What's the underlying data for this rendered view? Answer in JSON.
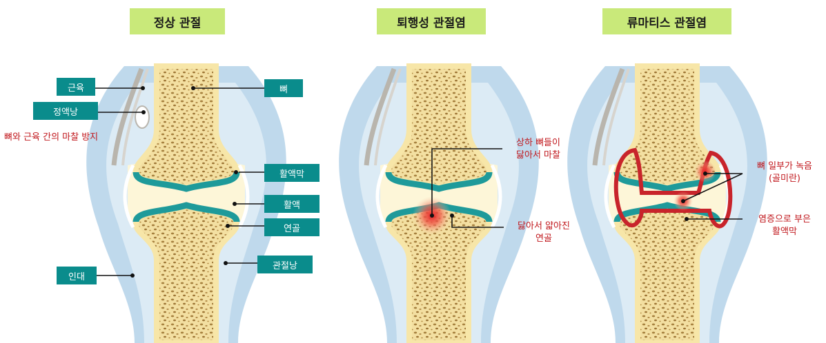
{
  "titles": {
    "normal": "정상 관절",
    "degenerative": "퇴행성 관절염",
    "rheumatoid": "류마티스 관절염"
  },
  "labels": {
    "muscle": "근육",
    "bursa": "정액낭",
    "bursa_note": "뼈와 근육 간의 마찰 방지",
    "ligament": "인대",
    "bone": "뼈",
    "synovium": "활액막",
    "synovial_fluid": "활액",
    "cartilage": "연골",
    "capsule": "관절낭"
  },
  "notes": {
    "degenerative_friction": [
      "상하 뼈들이",
      "닳아서 마찰"
    ],
    "degenerative_cartilage": [
      "닳아서 얇아진",
      "연골"
    ],
    "rheumatoid_bone": [
      "뼈 일부가 녹음",
      "(골미란)"
    ],
    "rheumatoid_synovium": [
      "염증으로 부은",
      "활액막"
    ]
  },
  "colors": {
    "title_bg": "#c9e97a",
    "label_bg": "#0a8c8c",
    "note_text": "#c0161b",
    "bone": "#f6e6a6",
    "capsule": "#bfd9ec",
    "cartilage": "#1e9a9a",
    "inflammation": "#c8242b"
  }
}
